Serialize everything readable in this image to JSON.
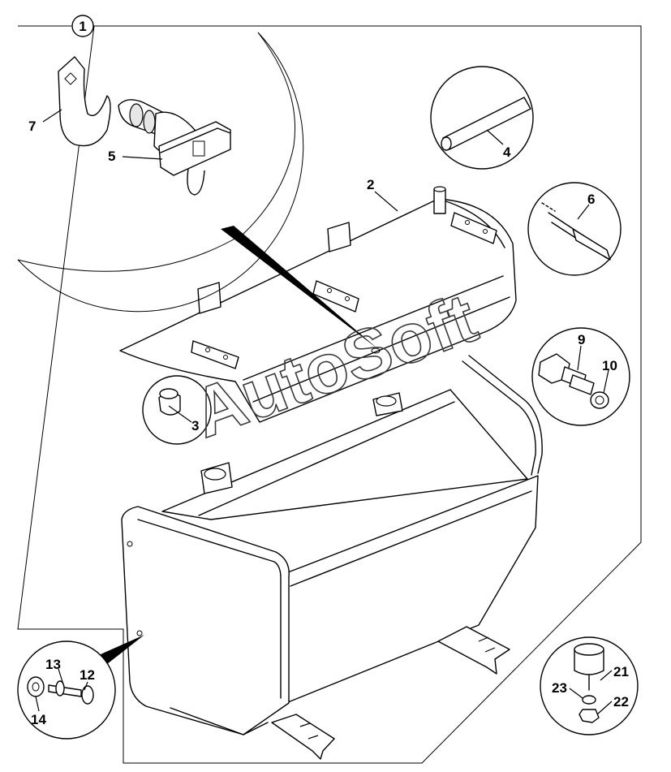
{
  "callouts": {
    "c1": "1",
    "c2": "2",
    "c3": "3",
    "c4": "4",
    "c5": "5",
    "c6": "6",
    "c7": "7",
    "c9": "9",
    "c10": "10",
    "c12": "12",
    "c13": "13",
    "c14": "14",
    "c21": "21",
    "c22": "22",
    "c23": "23"
  },
  "watermark": "AutoSoft"
}
